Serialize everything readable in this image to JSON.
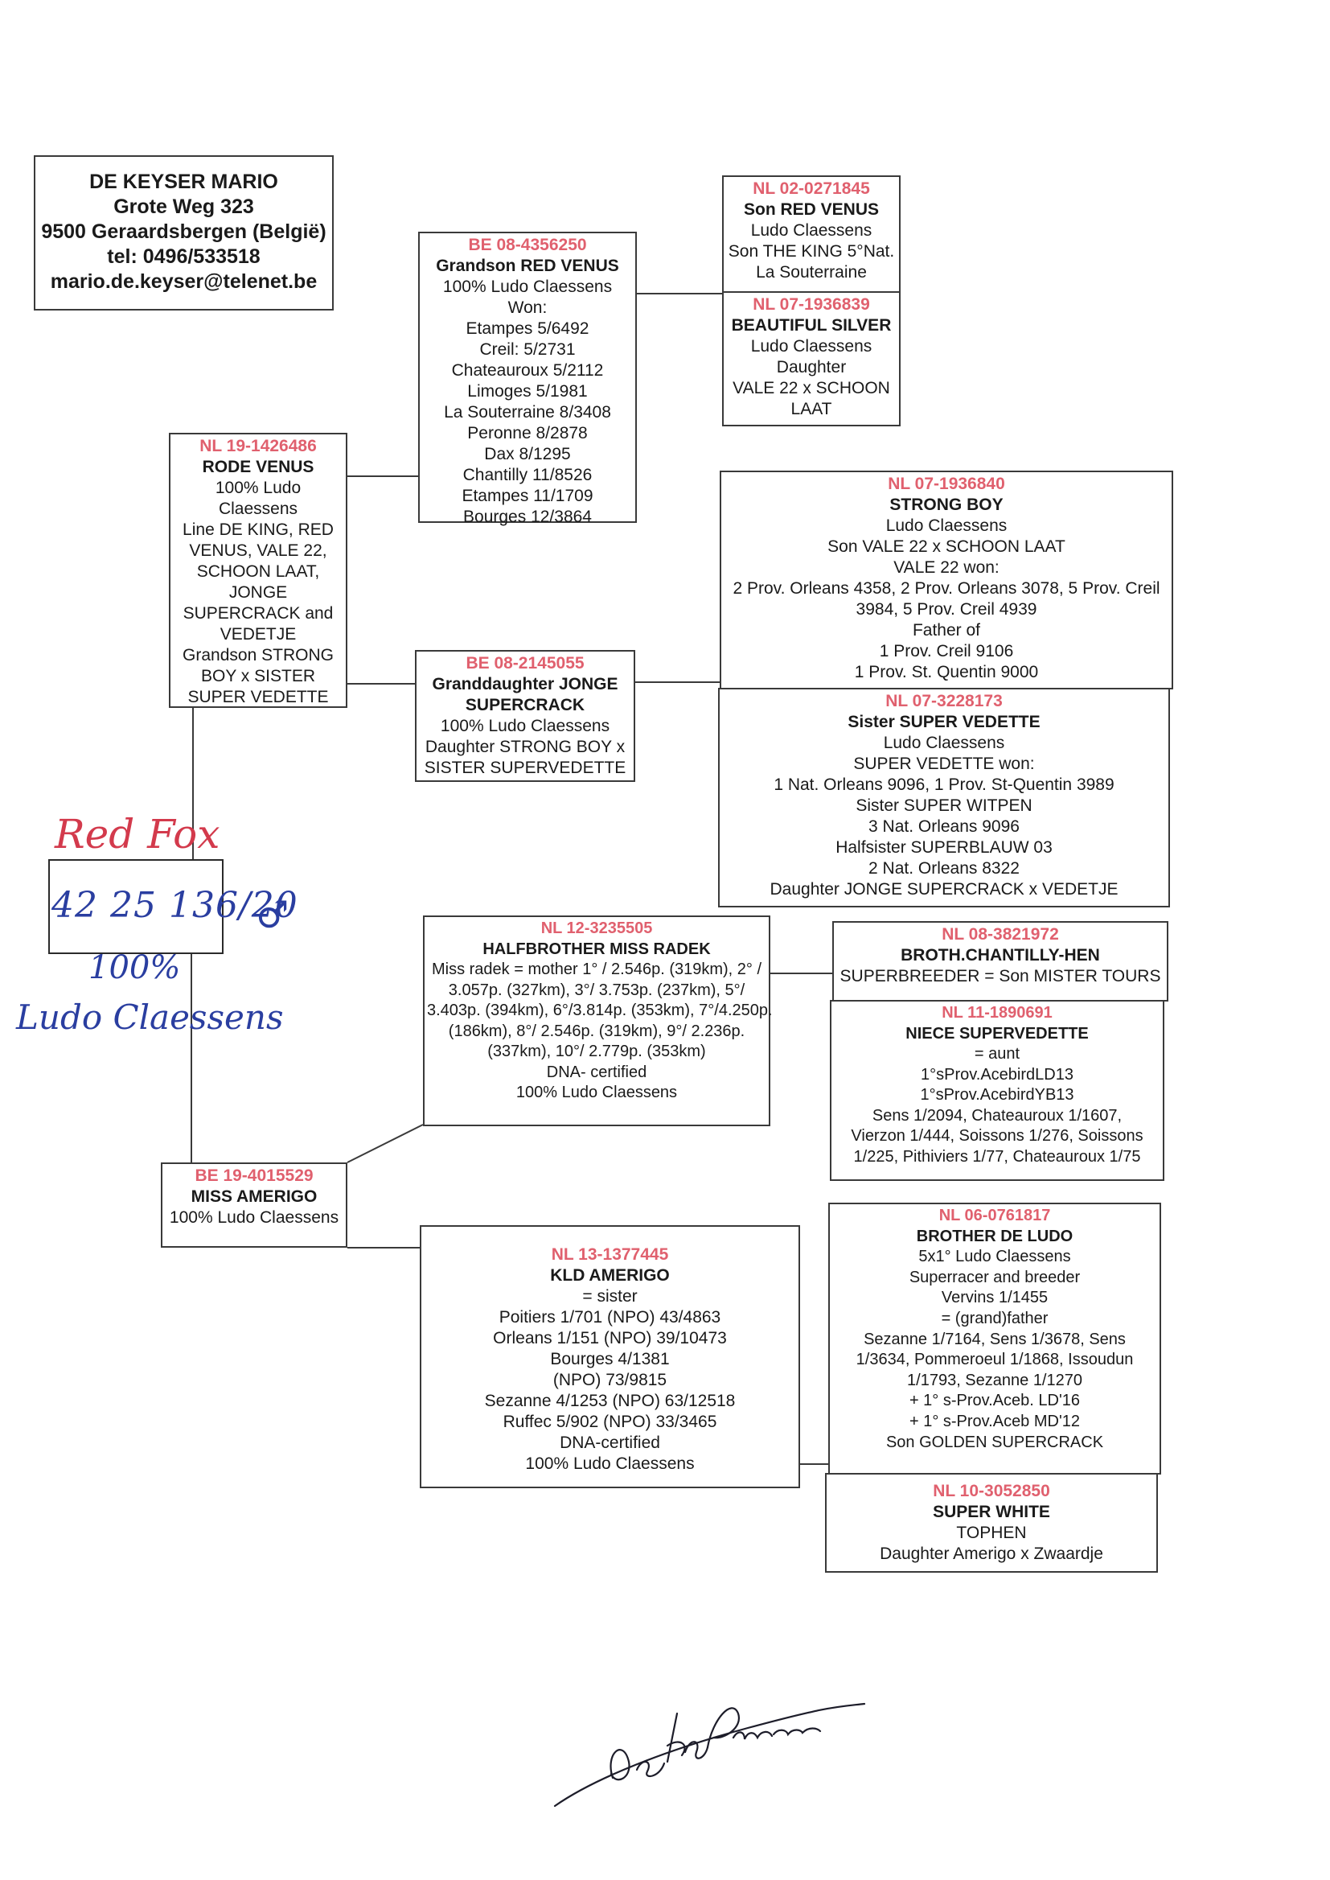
{
  "owner": {
    "name": "DE KEYSER MARIO",
    "street": "Grote Weg 323",
    "city": "9500 Geraardsbergen (België)",
    "tel": "tel: 0496/533518",
    "email": "mario.de.keyser@telenet.be"
  },
  "bird": {
    "nickname": "Red Fox",
    "ring": "42 25 136/20",
    "sex_symbol": "♂",
    "percent": "100%",
    "breeder": "Ludo Claessens"
  },
  "sire": {
    "ring": "NL 19-1426486",
    "name": "RODE VENUS",
    "lines": [
      "100% Ludo",
      "Claessens",
      "Line DE KING, RED",
      "VENUS, VALE 22,",
      "SCHOON LAAT,",
      "JONGE",
      "SUPERCRACK and",
      "VEDETJE",
      "Grandson STRONG",
      "BOY x SISTER",
      "SUPER VEDETTE"
    ]
  },
  "sire_sire": {
    "ring": "BE 08-4356250",
    "name": "Grandson RED VENUS",
    "lines": [
      "100% Ludo Claessens",
      "Won:",
      "Etampes 5/6492",
      "Creil: 5/2731",
      "Chateauroux 5/2112",
      "Limoges 5/1981",
      "La Souterraine 8/3408",
      "Peronne 8/2878",
      "Dax 8/1295",
      "Chantilly 11/8526",
      "Etampes 11/1709",
      "Bourges 12/3864"
    ]
  },
  "sire_sire_sire": {
    "ring": "NL 02-0271845",
    "name": "Son RED VENUS",
    "lines": [
      "Ludo Claessens",
      "Son THE KING 5°Nat.",
      "La Souterraine"
    ]
  },
  "sire_sire_dam": {
    "ring": "NL 07-1936839",
    "name": "BEAUTIFUL SILVER",
    "lines": [
      "Ludo Claessens",
      "Daughter",
      "VALE 22 x SCHOON",
      "LAAT"
    ]
  },
  "sire_dam": {
    "ring": "BE 08-2145055",
    "name": "Granddaughter JONGE SUPERCRACK",
    "lines": [
      "100% Ludo Claessens",
      "Daughter STRONG BOY x",
      "SISTER SUPERVEDETTE"
    ]
  },
  "sire_dam_sire": {
    "ring": "NL 07-1936840",
    "name": "STRONG BOY",
    "lines": [
      "Ludo Claessens",
      "Son VALE 22 x SCHOON LAAT",
      "VALE 22 won:",
      "2 Prov. Orleans 4358, 2 Prov. Orleans 3078, 5 Prov. Creil",
      "3984, 5 Prov. Creil 4939",
      "Father of",
      "1 Prov. Creil 9106",
      "1 Prov. St. Quentin 9000"
    ]
  },
  "sire_dam_dam": {
    "ring": "NL 07-3228173",
    "name": "Sister SUPER VEDETTE",
    "lines": [
      "Ludo Claessens",
      "SUPER VEDETTE won:",
      "1 Nat. Orleans 9096, 1 Prov. St-Quentin 3989",
      "Sister SUPER WITPEN",
      "3 Nat. Orleans 9096",
      "Halfsister SUPERBLAUW 03",
      "2 Nat. Orleans 8322",
      "Daughter JONGE SUPERCRACK x VEDETJE"
    ]
  },
  "dam": {
    "ring": "BE 19-4015529",
    "name": "MISS AMERIGO",
    "lines": [
      "100% Ludo Claessens"
    ]
  },
  "dam_sire": {
    "ring": "NL 12-3235505",
    "name": "HALFBROTHER MISS RADEK",
    "lines": [
      "Miss radek = mother 1° / 2.546p. (319km), 2° /",
      "3.057p. (327km), 3°/ 3.753p. (237km), 5°/",
      "3.403p. (394km), 6°/3.814p. (353km), 7°/4.250p.",
      "(186km), 8°/ 2.546p. (319km), 9°/ 2.236p.",
      "(337km), 10°/ 2.779p. (353km)",
      "DNA- certified",
      "100% Ludo Claessens"
    ]
  },
  "dam_sire_sire": {
    "ring": "NL 08-3821972",
    "name": "BROTH.CHANTILLY-HEN",
    "lines": [
      "SUPERBREEDER = Son MISTER TOURS"
    ]
  },
  "dam_sire_dam": {
    "ring": "NL 11-1890691",
    "name": "NIECE SUPERVEDETTE",
    "lines": [
      "= aunt",
      "1°sProv.AcebirdLD13",
      "1°sProv.AcebirdYB13",
      "Sens 1/2094, Chateauroux 1/1607,",
      "Vierzon 1/444, Soissons 1/276, Soissons",
      "1/225, Pithiviers 1/77, Chateauroux 1/75"
    ]
  },
  "dam_dam": {
    "ring": "NL 13-1377445",
    "name": "KLD AMERIGO",
    "lines": [
      "= sister",
      "Poitiers 1/701 (NPO) 43/4863",
      "Orleans 1/151 (NPO) 39/10473",
      "Bourges 4/1381",
      "(NPO) 73/9815",
      "Sezanne 4/1253 (NPO) 63/12518",
      "Ruffec 5/902 (NPO) 33/3465",
      "DNA-certified",
      "100% Ludo Claessens"
    ]
  },
  "dam_dam_sire": {
    "ring": "NL 06-0761817",
    "name": "BROTHER DE LUDO",
    "lines": [
      "5x1° Ludo Claessens",
      "Superracer and breeder",
      "Vervins 1/1455",
      "= (grand)father",
      "Sezanne 1/7164, Sens 1/3678, Sens",
      "1/3634, Pommeroeul 1/1868, Issoudun",
      "1/1793, Sezanne 1/1270",
      "+ 1° s-Prov.Aceb. LD'16",
      "+ 1° s-Prov.Aceb MD'12",
      "Son GOLDEN SUPERCRACK"
    ]
  },
  "dam_dam_dam": {
    "ring": "NL 10-3052850",
    "name": "SUPER WHITE",
    "lines": [
      "TOPHEN",
      "Daughter Amerigo x Zwaardje"
    ]
  },
  "colors": {
    "ring": "#e0606e",
    "ink": "#2a3ea0",
    "border": "#3a3a3a"
  }
}
